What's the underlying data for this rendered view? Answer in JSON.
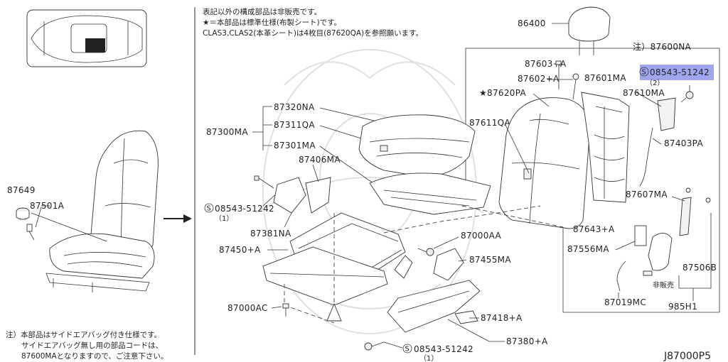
{
  "notes": {
    "top_line1": "表記以外の構成部品は非販売です。",
    "top_line2": "★＝本部品は標準仕様(布製シート)です。",
    "top_line3": "CLAS3,CLAS2(本革シート)は4枚目(87620QA)を参照願います。",
    "bottom_line1": "注）本部品はサイドエアバッグ付き仕様です。",
    "bottom_line2": "サイドエアバッグ無し用の部品コードは、",
    "bottom_line3": "87600MAとなりますので、ご注意下さい。"
  },
  "diagram_id": "J87000P5",
  "parts": {
    "p87649": "87649",
    "p87501A": "87501A",
    "p86400": "86400",
    "p87600NA": "注）87600NA",
    "p87603": "87603+A",
    "p87602": "87602+A",
    "p87601MA": "87601MA",
    "p87620PA": "★87620PA",
    "p87610MA": "87610MA",
    "p87611QA": "87611QA",
    "p87403PA": "87403PA",
    "p87320NA": "87320NA",
    "p87300MA": "87300MA",
    "p87311QA": "87311QA",
    "p87301MA": "87301MA",
    "p87406MA": "87406MA",
    "p87381NA": "87381NA",
    "p87450": "87450+A",
    "p87000AA": "87000AA",
    "p87455MA": "87455MA",
    "p87000AC": "87000AC",
    "p87418": "87418+A",
    "p87380": "87380+A",
    "p87607MA": "87607MA",
    "p87643": "87643+A",
    "p87556MA": "87556MA",
    "p87506B": "87506B",
    "p87019MC": "87019MC",
    "p985H1": "985H1",
    "not_sold": "非販売"
  },
  "bolts": {
    "top_right": {
      "code": "08543-51242",
      "qty": "（2）"
    },
    "mid_left": {
      "code": "08543-51242",
      "qty": "（1）"
    },
    "bottom": {
      "code": "08543-51242",
      "qty": "（1）"
    }
  },
  "symbols": {
    "s_mark": "S"
  },
  "colors": {
    "highlight": "#8f96ea",
    "line": "#333333",
    "watermark": "#d9d9d9"
  }
}
